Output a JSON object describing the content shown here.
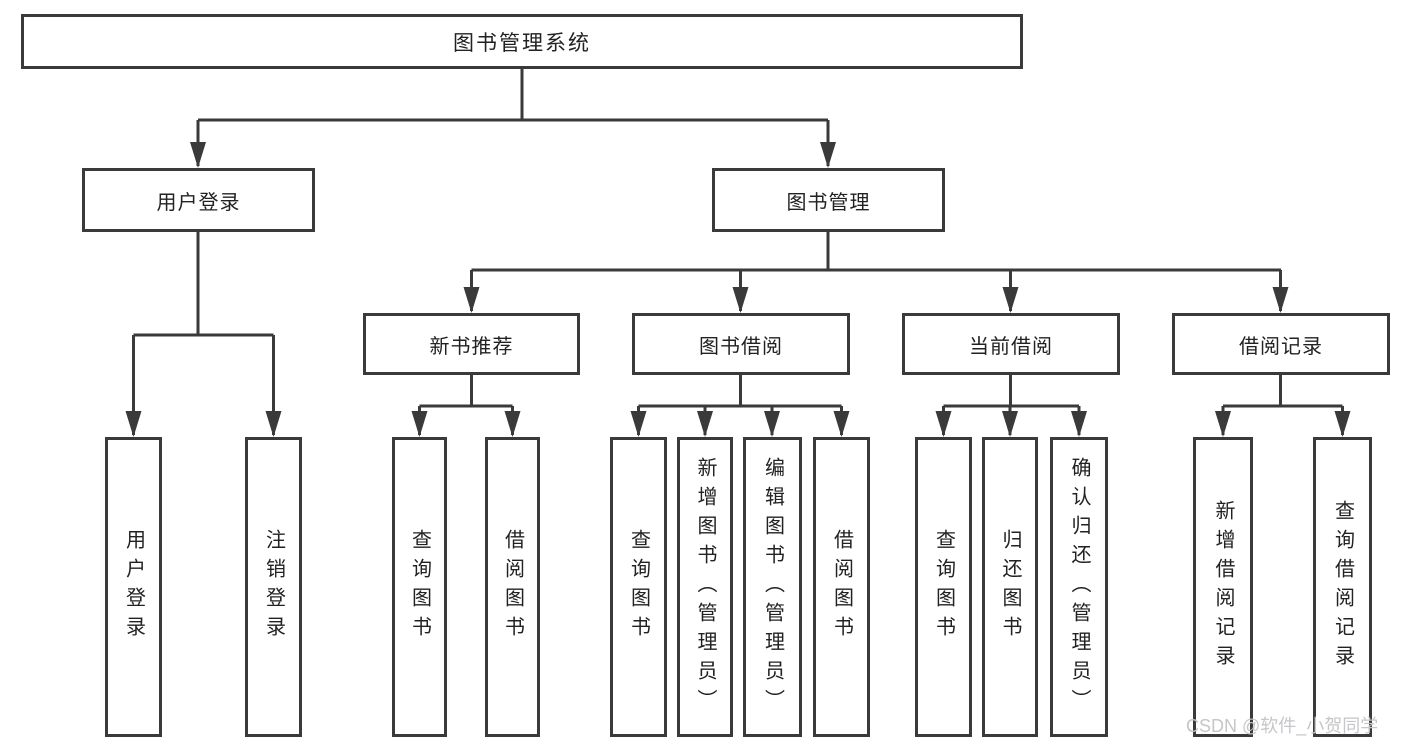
{
  "diagram": {
    "nodes": {
      "root": "图书管理系统",
      "level2": [
        "用户登录",
        "图书管理"
      ],
      "level3": [
        "新书推荐",
        "图书借阅",
        "当前借阅",
        "借阅记录"
      ],
      "level4": {
        "user_login": [
          "用户登录",
          "注销登录"
        ],
        "new_book": [
          "查询图书",
          "借阅图书"
        ],
        "book_borrow": [
          "查询图书",
          "新增图书（管理员）",
          "编辑图书（管理员）",
          "借阅图书"
        ],
        "current_borrow": [
          "查询图书",
          "归还图书",
          "确认归还（管理员）"
        ],
        "borrow_record": [
          "新增借阅记录",
          "查询借阅记录"
        ]
      }
    },
    "watermark": "CSDN @软件_小贺同学",
    "colors": {
      "line": "#3a3a3a",
      "text": "#222222",
      "watermark_text": "#c6c6ca",
      "background": "#ffffff"
    }
  }
}
